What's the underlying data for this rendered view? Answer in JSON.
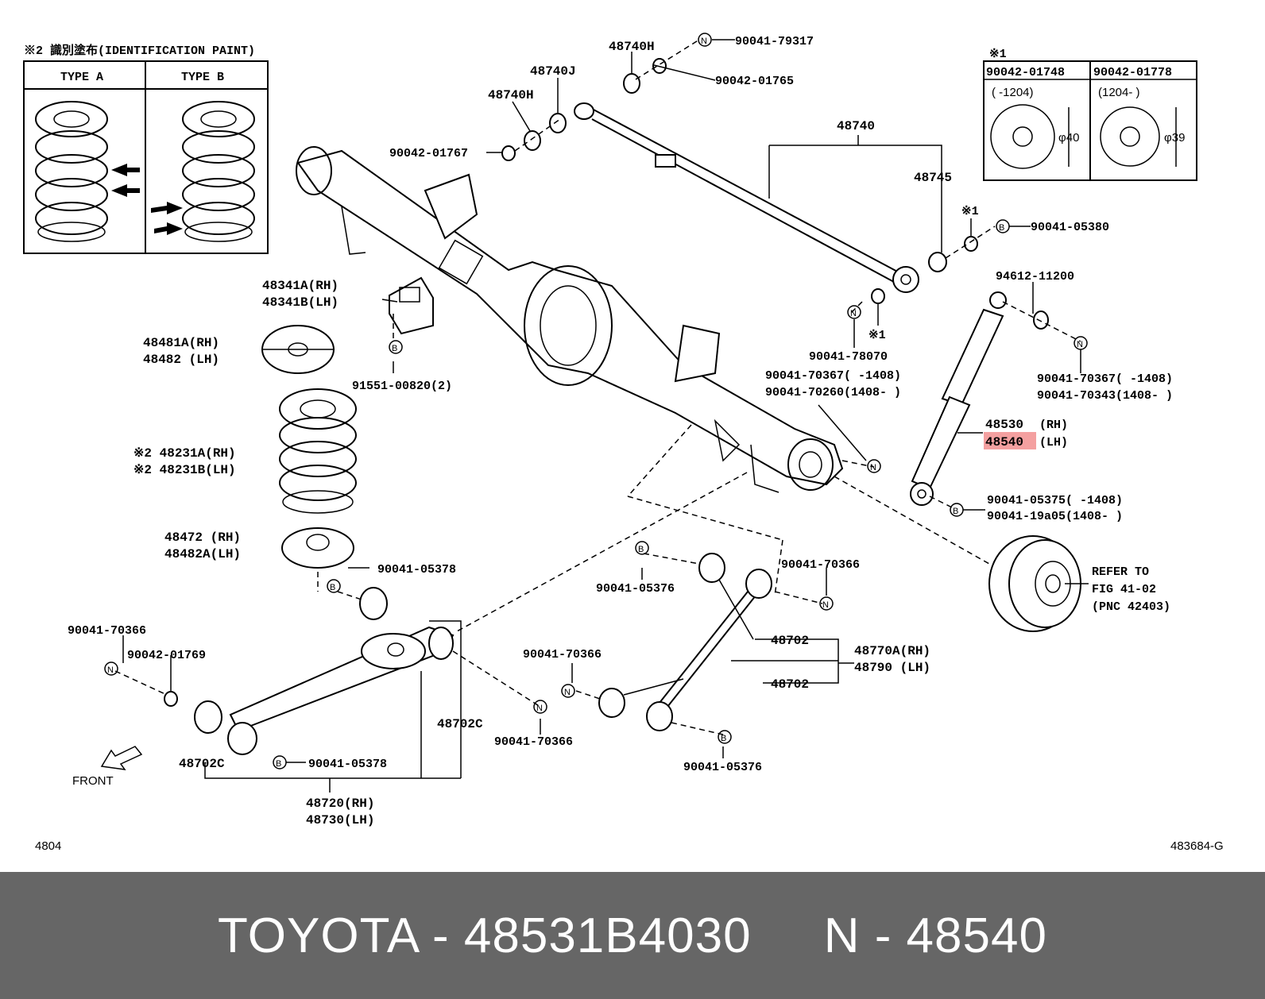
{
  "legend_paint": {
    "title": "※2 識別塗布(IDENTIFICATION PAINT)",
    "type_a": "TYPE A",
    "type_b": "TYPE B"
  },
  "legend_washer": {
    "mark": "※1",
    "col1_part": "90042-01748",
    "col1_range": "(   -1204)",
    "col1_dim": "φ40",
    "col2_part": "90042-01778",
    "col2_range": "(1204-    )",
    "col2_dim": "φ39"
  },
  "labels": {
    "p48740H_top": "48740H",
    "p90041_79317": "90041-79317",
    "p90042_01765": "90042-01765",
    "p48740J": "48740J",
    "p48740H": "48740H",
    "p90042_01767": "90042-01767",
    "p48740": "48740",
    "p48745": "48745",
    "x1_a": "※1",
    "p90041_05380": "90041-05380",
    "p94612_11200": "94612-11200",
    "x1_b": "※1",
    "p90041_78070": "90041-78070",
    "p90041_70367_a": "90041-70367(    -1408)",
    "p90041_70260": "90041-70260(1408-    )",
    "p90041_70367_b": "90041-70367(    -1408)",
    "p90041_70343": "90041-70343(1408-    )",
    "p48530": "48530",
    "p48530_side": "(RH)",
    "p48540": "48540",
    "p48540_side": "(LH)",
    "p90041_05375": "90041-05375(    -1408)",
    "p90041_19a05": "90041-19a05(1408-    )",
    "refer_1": "REFER TO",
    "refer_2": "FIG 41-02",
    "refer_3": "(PNC 42403)",
    "p48341A": "48341A(RH)",
    "p48341B": "48341B(LH)",
    "p48481A": "48481A(RH)",
    "p48482": "48482  (LH)",
    "p91551": "91551-00820(2)",
    "p48231A": "※2 48231A(RH)",
    "p48231B": "※2 48231B(LH)",
    "p48472": "48472  (RH)",
    "p48482A": "48482A(LH)",
    "p90041_05378_a": "90041-05378",
    "p90041_05376_a": "90041-05376",
    "p90041_70366_a": "90041-70366",
    "p90041_70366_b": "90041-70366",
    "p90042_01769": "90042-01769",
    "p48702_a": "48702",
    "p48770A": "48770A(RH)",
    "p48790": "48790  (LH)",
    "p90041_70366_c": "90041-70366",
    "p48702_b": "48702",
    "p48702C_a": "48702C",
    "p90041_70366_d": "90041-70366",
    "p48702C_b": "48702C",
    "p90041_05378_b": "90041-05378",
    "p90041_05376_b": "90041-05376",
    "p48720": "48720(RH)",
    "p48730": "48730(LH)",
    "front": "FRONT",
    "fig_no": "4804",
    "ref_code": "483684-G"
  },
  "footer": {
    "text": "TOYOTA - 48531B4030     N - 48540"
  }
}
